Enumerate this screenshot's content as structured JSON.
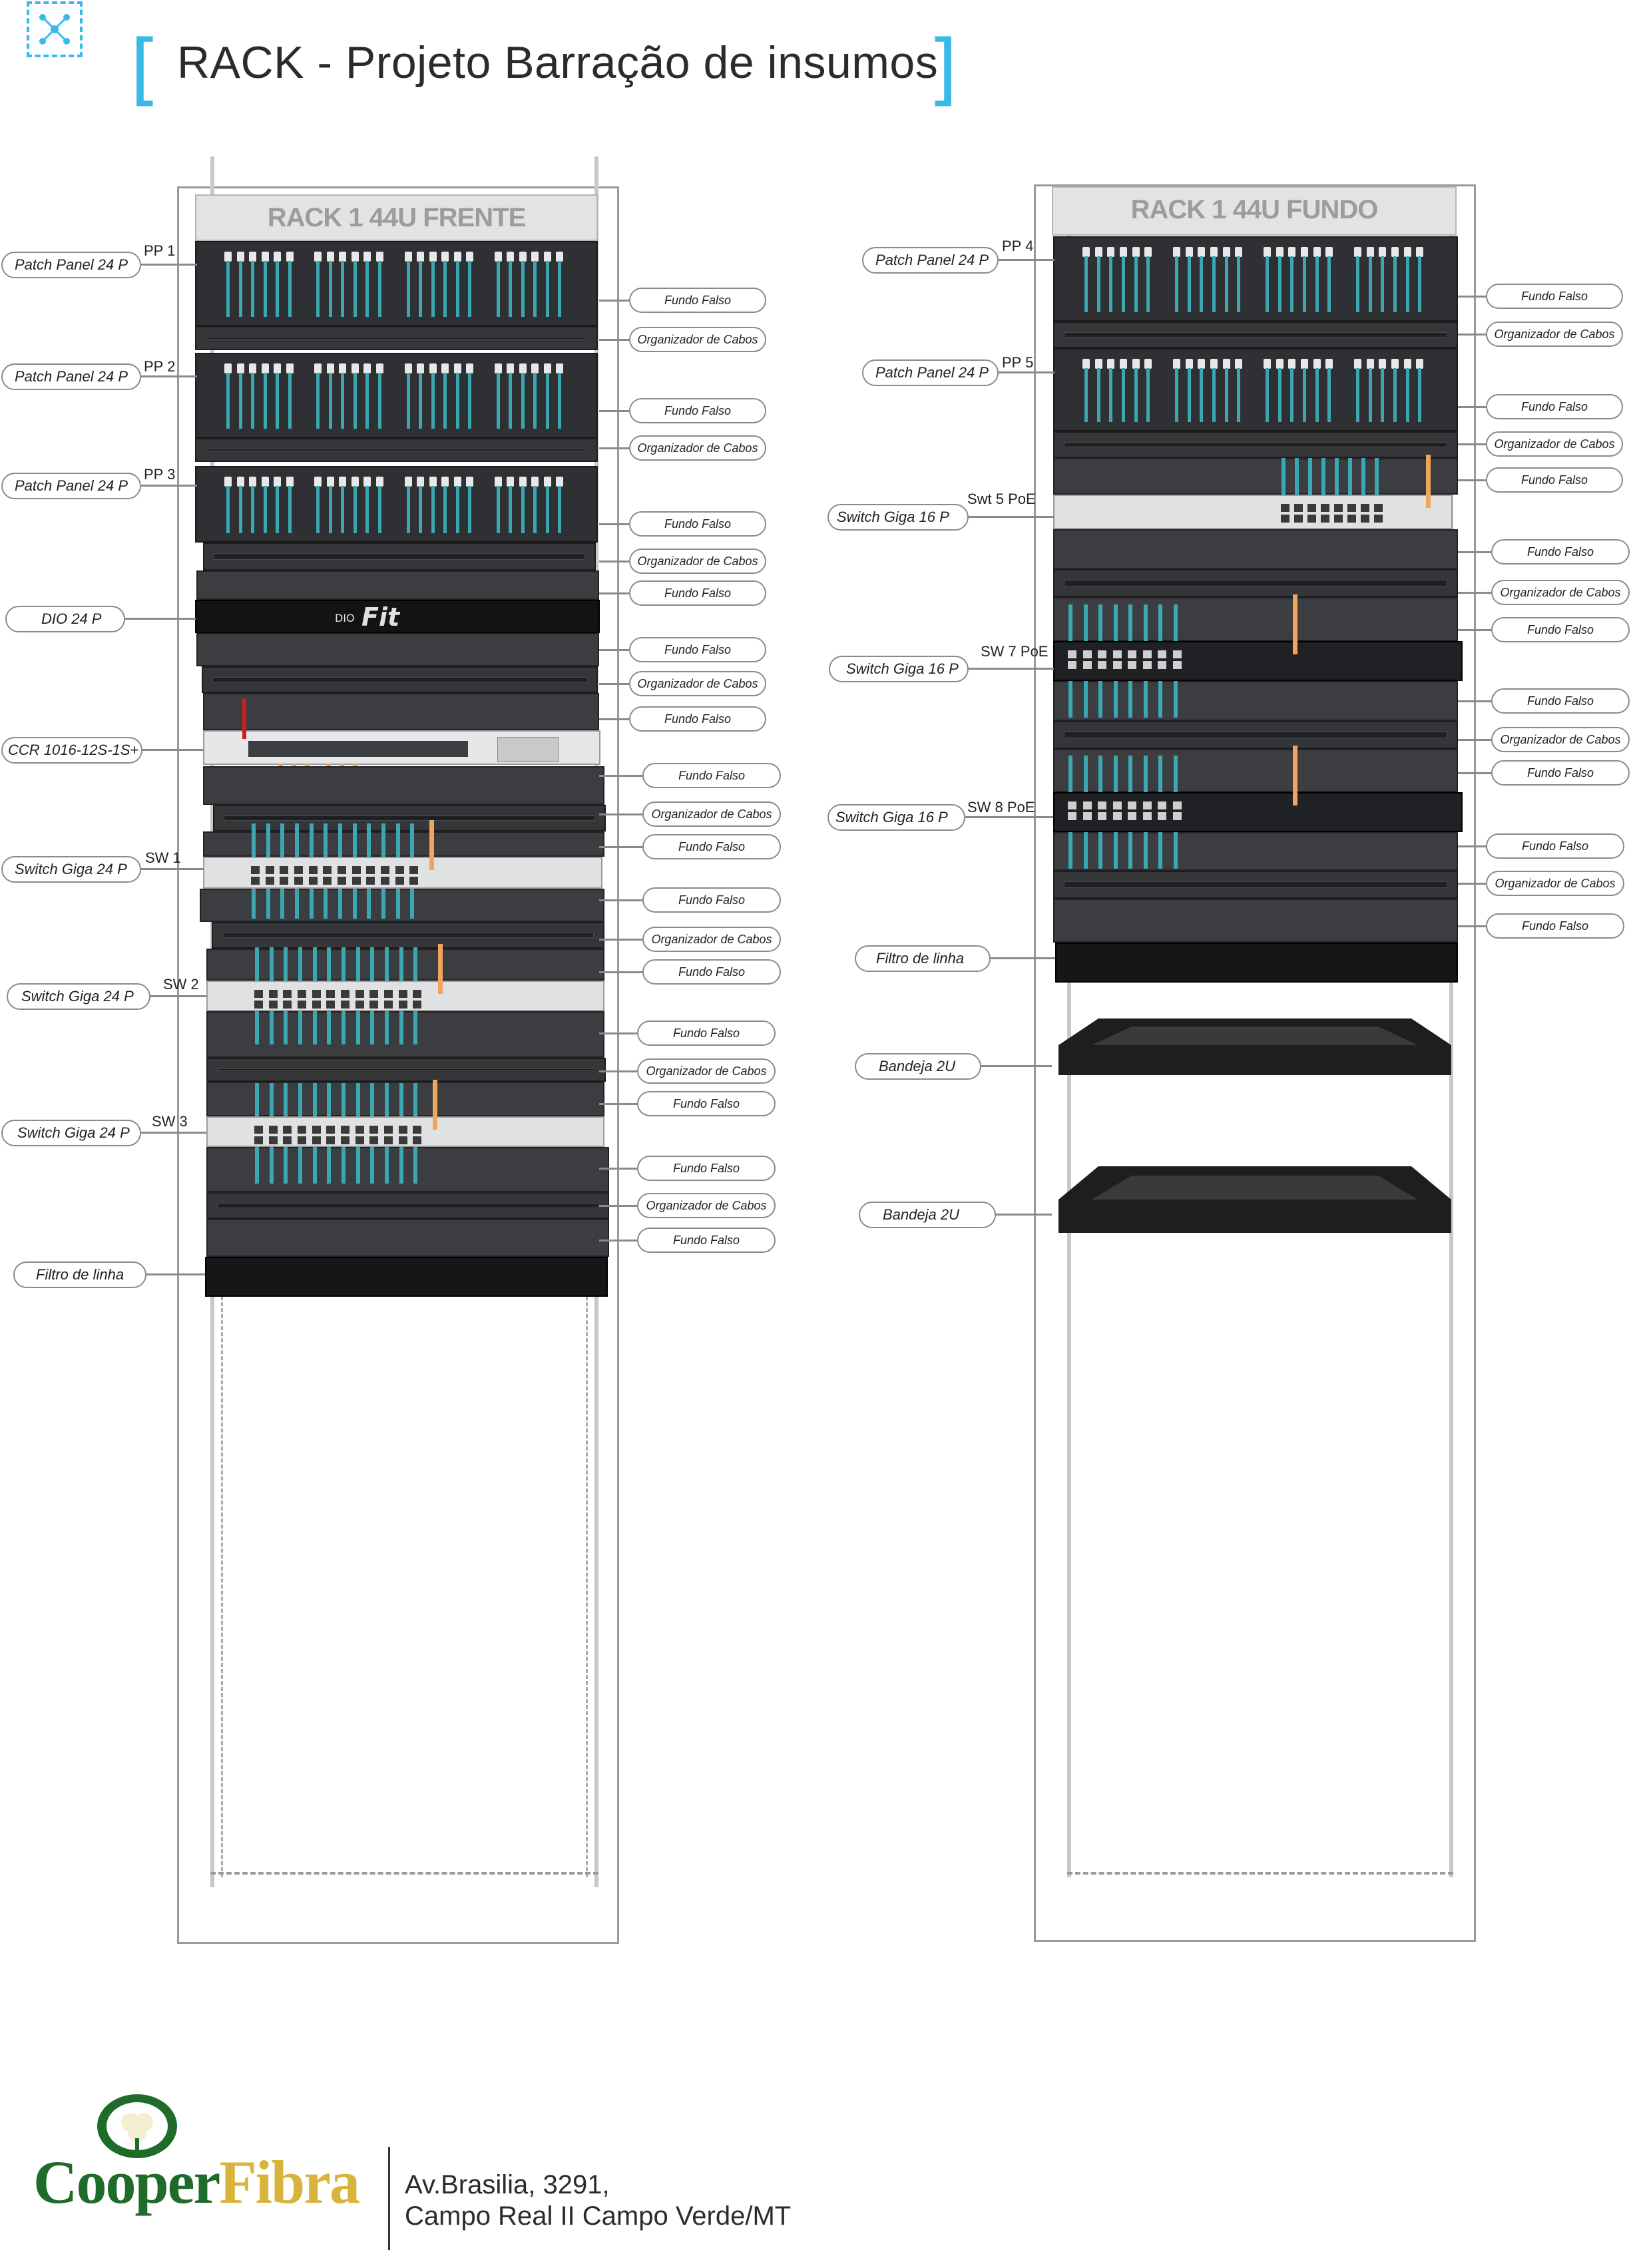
{
  "page": {
    "title": "RACK - Projeto  Barração de insumos",
    "bracket_open": "[",
    "bracket_close": "]",
    "accent_color": "#39b9e6"
  },
  "icons": {
    "top_logo": "network-nodes-icon"
  },
  "rack_front": {
    "header": "RACK 1 44U FRENTE",
    "tags": {
      "pp1": "PP 1",
      "pp2": "PP 2",
      "pp3": "PP 3",
      "sw1": "SW 1",
      "sw2": "SW 2",
      "sw3": "SW 3"
    },
    "left_labels": {
      "patch1": "Patch Panel 24 P",
      "patch2": "Patch Panel 24 P",
      "patch3": "Patch Panel 24 P",
      "dio": "DIO 24 P",
      "ccr": "CCR 1016-12S-1S+",
      "switch1": "Switch Giga 24 P",
      "switch2": "Switch Giga 24 P",
      "switch3": "Switch Giga 24 P",
      "filter": "Filtro de linha"
    },
    "right_labels": [
      "Fundo Falso",
      "Organizador de Cabos",
      "Fundo Falso",
      "Organizador de Cabos",
      "Fundo Falso",
      "Organizador de Cabos",
      "Fundo Falso",
      "Fundo Falso",
      "Organizador de Cabos",
      "Fundo Falso",
      "Fundo Falso",
      "Organizador de Cabos",
      "Fundo Falso",
      "Fundo Falso",
      "Organizador de Cabos",
      "Fundo Falso",
      "Fundo Falso",
      "Organizador de Cabos",
      "Fundo Falso",
      "Fundo Falso",
      "Organizador de Cabos",
      "Fundo Falso"
    ],
    "dio_brand": "DIO",
    "dio_model": "Fit"
  },
  "rack_back": {
    "header": "RACK 1 44U FUNDO",
    "tags": {
      "pp4": "PP 4",
      "pp5": "PP 5",
      "swt5": "Swt 5 PoE",
      "sw7": "SW 7 PoE",
      "sw8": "SW 8 PoE"
    },
    "left_labels": {
      "patch4": "Patch Panel 24 P",
      "patch5": "Patch Panel 24 P",
      "switch5": "Switch Giga 16 P",
      "switch7": "Switch Giga 16 P",
      "switch8": "Switch Giga 16 P",
      "filter": "Filtro de linha",
      "tray1": "Bandeja 2U",
      "tray2": "Bandeja 2U"
    },
    "right_labels": [
      "Fundo Falso",
      "Organizador de Cabos",
      "Fundo Falso",
      "Organizador de Cabos",
      "Fundo Falso",
      "Fundo Falso",
      "Organizador de Cabos",
      "Fundo Falso",
      "Fundo Falso",
      "Organizador de Cabos",
      "Fundo Falso",
      "Fundo Falso",
      "Organizador de Cabos",
      "Fundo Falso"
    ]
  },
  "footer": {
    "brand_part1": "Cooper",
    "brand_part2": "Fibra",
    "address_line1": "Av.Brasilia, 3291,",
    "address_line2": "Campo Real II Campo Verde/MT"
  }
}
